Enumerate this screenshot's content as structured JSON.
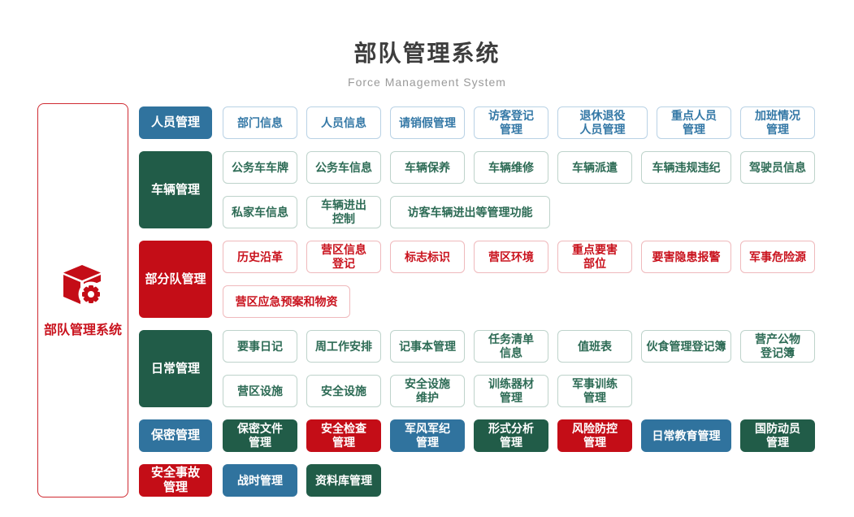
{
  "header": {
    "title": "部队管理系统",
    "subtitle": "Force Management System"
  },
  "sidebar": {
    "label": "部队管理系统",
    "icon": "cube-gear-icon"
  },
  "colors": {
    "blue": "#30739e",
    "green": "#215c48",
    "red": "#c40d17",
    "blue_text": "#3478a6",
    "green_text": "#2d6b55",
    "red_text": "#c9121d",
    "blue_border": "#b9d2e5",
    "green_border": "#bed3cb",
    "red_border": "#efb9bc"
  },
  "rows": [
    {
      "category": {
        "label": "人员管理",
        "color": "blue"
      },
      "item_style": "outline",
      "item_color": "blue",
      "lines": [
        [
          {
            "label": "部门信息"
          },
          {
            "label": "人员信息"
          },
          {
            "label": "请销假管理"
          },
          {
            "label": "访客登记\n管理"
          },
          {
            "label": "退休退役\n人员管理",
            "size": "md"
          },
          {
            "label": "重点人员\n管理"
          },
          {
            "label": "加班情况\n管理"
          }
        ]
      ]
    },
    {
      "category": {
        "label": "车辆管理",
        "color": "green"
      },
      "item_style": "outline",
      "item_color": "green",
      "lines": [
        [
          {
            "label": "公务车车牌"
          },
          {
            "label": "公务车信息"
          },
          {
            "label": "车辆保养"
          },
          {
            "label": "车辆维修"
          },
          {
            "label": "车辆派遣"
          },
          {
            "label": "车辆违规违纪",
            "size": "md"
          },
          {
            "label": "驾驶员信息"
          }
        ],
        [
          {
            "label": "私家车信息"
          },
          {
            "label": "车辆进出\n控制"
          },
          {
            "label": "访客车辆进出等管理功能",
            "size": "xl"
          }
        ]
      ]
    },
    {
      "category": {
        "label": "部分队管理",
        "color": "red"
      },
      "item_style": "outline",
      "item_color": "red",
      "lines": [
        [
          {
            "label": "历史沿革"
          },
          {
            "label": "营区信息\n登记"
          },
          {
            "label": "标志标识"
          },
          {
            "label": "营区环境"
          },
          {
            "label": "重点要害\n部位"
          },
          {
            "label": "要害隐患报警",
            "size": "md"
          },
          {
            "label": "军事危险源"
          }
        ],
        [
          {
            "label": "营区应急预案和物资",
            "size": "lg"
          }
        ]
      ]
    },
    {
      "category": {
        "label": "日常管理",
        "color": "green"
      },
      "item_style": "outline",
      "item_color": "green",
      "lines": [
        [
          {
            "label": "要事日记"
          },
          {
            "label": "周工作安排"
          },
          {
            "label": "记事本管理"
          },
          {
            "label": "任务清单\n信息"
          },
          {
            "label": "值班表"
          },
          {
            "label": "伙食管理登记簿",
            "size": "md"
          },
          {
            "label": "营产公物\n登记簿"
          }
        ],
        [
          {
            "label": "营区设施"
          },
          {
            "label": "安全设施"
          },
          {
            "label": "安全设施\n维护"
          },
          {
            "label": "训练器材\n管理"
          },
          {
            "label": "军事训练\n管理"
          }
        ]
      ]
    },
    {
      "category": {
        "label": "保密管理",
        "color": "blue"
      },
      "item_style": "solid",
      "lines": [
        [
          {
            "label": "保密文件\n管理",
            "color": "green"
          },
          {
            "label": "安全检查\n管理",
            "color": "red"
          },
          {
            "label": "军风军纪\n管理",
            "color": "blue"
          },
          {
            "label": "形式分析\n管理",
            "color": "green"
          },
          {
            "label": "风险防控\n管理",
            "color": "red"
          },
          {
            "label": "日常教育管理",
            "color": "blue",
            "size": "md"
          },
          {
            "label": "国防动员\n管理",
            "color": "green"
          }
        ]
      ]
    },
    {
      "category": {
        "label": "安全事故\n管理",
        "color": "red"
      },
      "item_style": "solid",
      "lines": [
        [
          {
            "label": "战时管理",
            "color": "blue"
          },
          {
            "label": "资料库管理",
            "color": "green"
          }
        ]
      ]
    }
  ]
}
